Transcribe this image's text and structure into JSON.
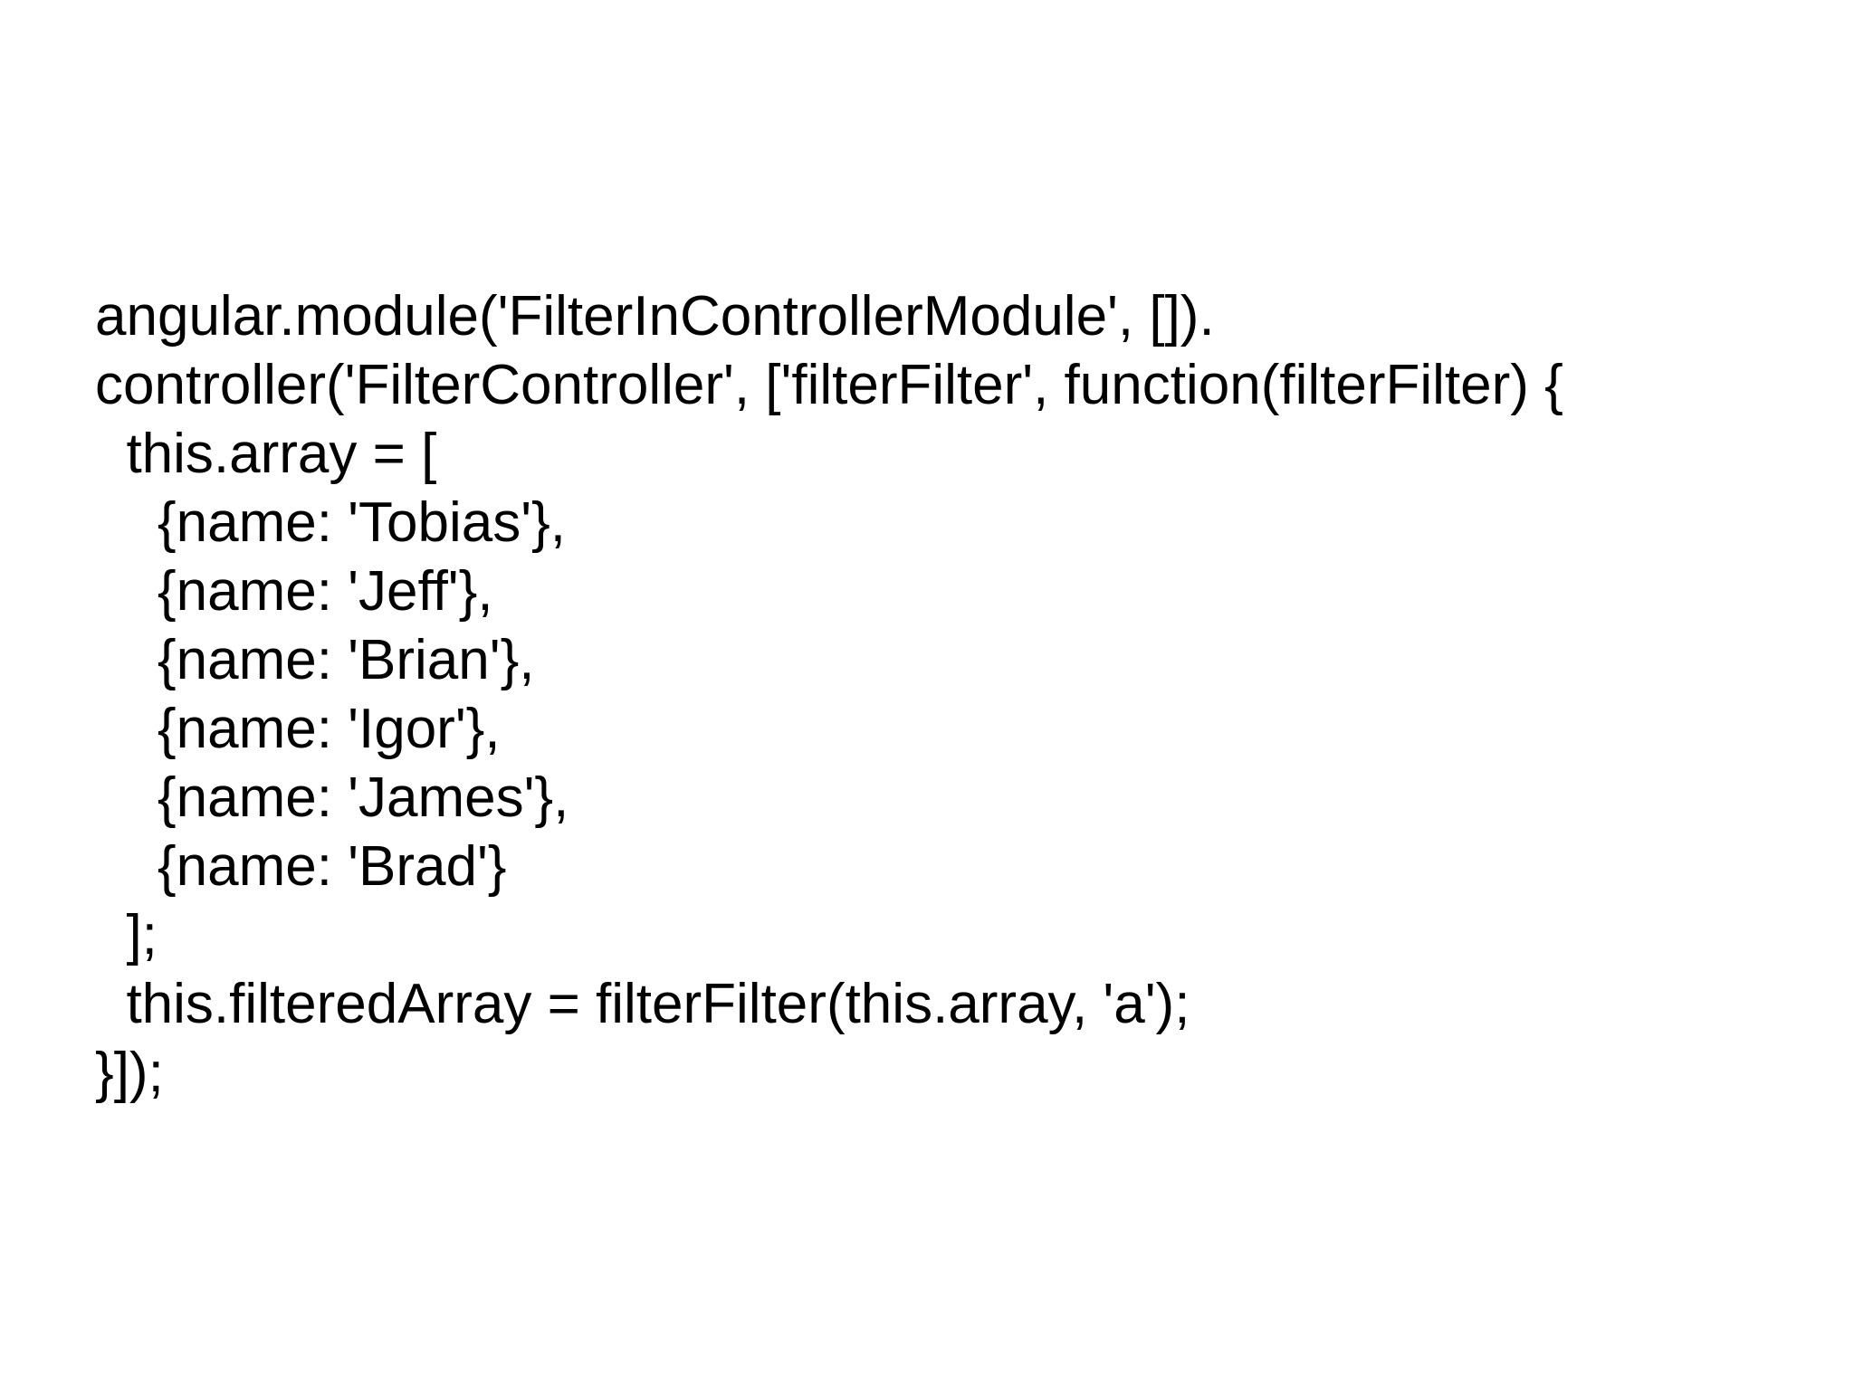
{
  "page": {
    "background_color": "#ffffff",
    "text_color": "#000000"
  },
  "code": {
    "language": "javascript",
    "lines": [
      "angular.module('FilterInControllerModule', []).",
      "controller('FilterController', ['filterFilter', function(filterFilter) {",
      "  this.array = [",
      "    {name: 'Tobias'},",
      "    {name: 'Jeff'},",
      "    {name: 'Brian'},",
      "    {name: 'Igor'},",
      "    {name: 'James'},",
      "    {name: 'Brad'}",
      "  ];",
      "  this.filteredArray = filterFilter(this.array, 'a');",
      "}]);"
    ]
  }
}
